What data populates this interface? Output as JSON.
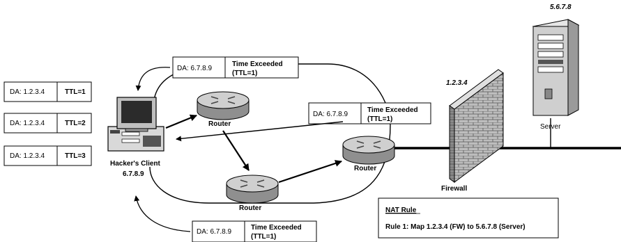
{
  "packets": [
    {
      "da": "DA: 1.2.3.4",
      "ttl": "TTL=1"
    },
    {
      "da": "DA: 1.2.3.4",
      "ttl": "TTL=2"
    },
    {
      "da": "DA: 1.2.3.4",
      "ttl": "TTL=3"
    }
  ],
  "responses": [
    {
      "da": "DA: 6.7.8.9",
      "line1": "Time Exceeded",
      "line2": "(TTL=1)"
    },
    {
      "da": "DA: 6.7.8.9",
      "line1": "Time Exceeded",
      "line2": "(TTL=1)"
    },
    {
      "da": "DA: 6.7.8.9",
      "line1": "Time Exceeded",
      "line2": "(TTL=1)"
    }
  ],
  "client": {
    "name": "Hacker's Client",
    "ip": "6.7.8.9"
  },
  "routers": [
    "Router",
    "Router",
    "Router"
  ],
  "firewall": {
    "ip": "1.2.3.4",
    "label": "Firewall"
  },
  "server": {
    "ip": "5.6.7.8",
    "label": "Server"
  },
  "nat": {
    "title": "NAT Rule",
    "rule": "Rule 1: Map 1.2.3.4 (FW) to 5.6.7.8 (Server)"
  },
  "icons": [
    "computer-icon",
    "router-icon",
    "firewall-icon",
    "server-icon"
  ]
}
